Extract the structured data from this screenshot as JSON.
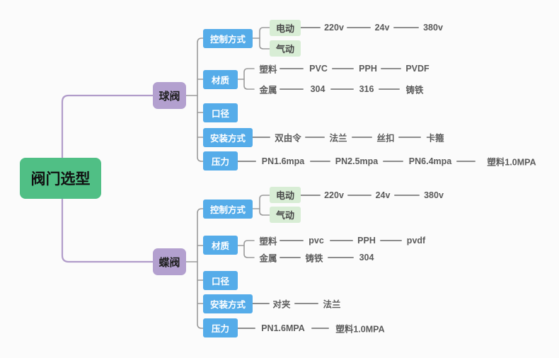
{
  "root": {
    "label": "阀门选型"
  },
  "ball": {
    "label": "球阀",
    "control": {
      "label": "控制方式",
      "options": [
        "电动",
        "气动"
      ],
      "volts": [
        "220v",
        "24v",
        "380v"
      ]
    },
    "material": {
      "label": "材质",
      "plastic": "塑料",
      "plastic_chain": [
        "PVC",
        "PPH",
        "PVDF"
      ],
      "metal": "金属",
      "metal_chain": [
        "304",
        "316",
        "铸铁"
      ]
    },
    "diameter": {
      "label": "口径"
    },
    "install": {
      "label": "安装方式",
      "chain": [
        "双由令",
        "法兰",
        "丝扣",
        "卡箍"
      ]
    },
    "pressure": {
      "label": "压力",
      "chain": [
        "PN1.6mpa",
        "PN2.5mpa",
        "PN6.4mpa",
        "塑料1.0MPA"
      ]
    }
  },
  "butterfly": {
    "label": "蝶阀",
    "control": {
      "label": "控制方式",
      "options": [
        "电动",
        "气动"
      ],
      "volts": [
        "220v",
        "24v",
        "380v"
      ]
    },
    "material": {
      "label": "材质",
      "plastic": "塑料",
      "plastic_chain": [
        "pvc",
        "PPH",
        "pvdf"
      ],
      "metal": "金属",
      "metal_chain": [
        "铸铁",
        "304"
      ]
    },
    "diameter": {
      "label": "口径"
    },
    "install": {
      "label": "安装方式",
      "chain": [
        "对夹",
        "法兰"
      ]
    },
    "pressure": {
      "label": "压力",
      "chain": [
        "PN1.6MPA",
        "塑料1.0MPA"
      ]
    }
  },
  "colors": {
    "root_fill": "#50bf85",
    "branch_fill": "#b3a0cf",
    "topic_fill": "#55ace9",
    "leaf_fill": "#d8edd5",
    "purple_line": "#b19cca",
    "gray_line": "#9b9b9b",
    "chain_line": "#8d8d8d",
    "chain_text": "#5b5b5b",
    "leaf_text": "#474747",
    "canvas_bg": "#fbfbfb"
  }
}
